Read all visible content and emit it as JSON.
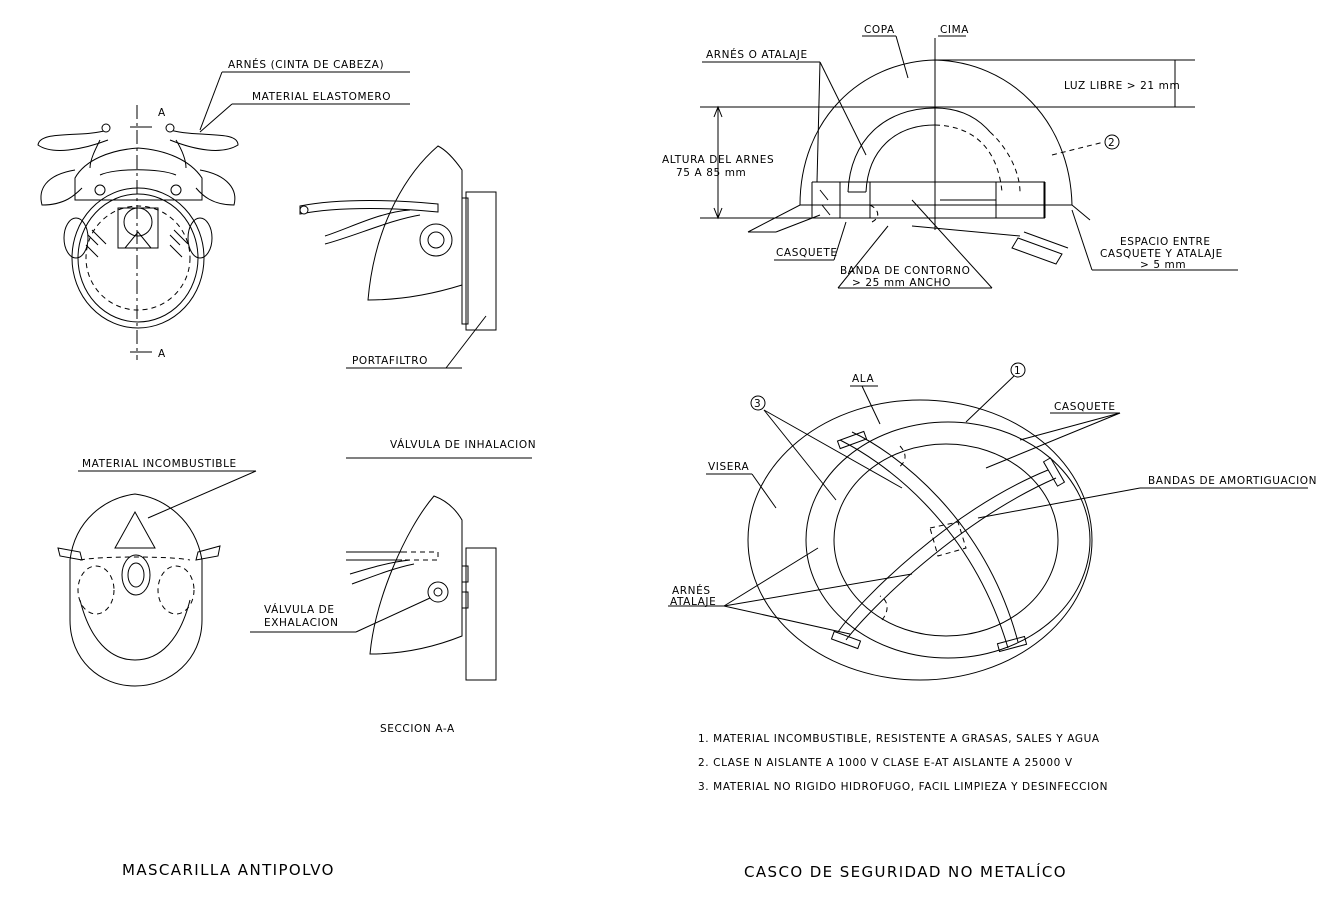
{
  "mask": {
    "title": "MASCARILLA ANTIPOLVO",
    "labels": {
      "harness": "ARNÉS (CINTA DE CABEZA)",
      "elastomer": "MATERIAL ELASTOMERO",
      "section_mark_top": "A",
      "section_mark_bottom": "A",
      "filter_holder": "PORTAFILTRO",
      "incombustible": "MATERIAL INCOMBUSTIBLE",
      "inhalation_valve": "VÁLVULA DE INHALACION",
      "exhalation_valve_1": "VÁLVULA DE",
      "exhalation_valve_2": "EXHALACION",
      "section": "SECCION A-A"
    }
  },
  "helmet": {
    "title": "CASCO DE SEGURIDAD NO METALÍCO",
    "side_labels": {
      "cup": "COPA",
      "top": "CIMA",
      "harness": "ARNÉS O ATALAJE",
      "clearance": "LUZ LIBRE > 21 mm",
      "harness_height_1": "ALTURA DEL ARNES",
      "harness_height_2": "75 A 85 mm",
      "shell": "CASQUETE",
      "band_1": "BANDA DE CONTORNO",
      "band_2": "> 25 mm ANCHO",
      "space_1": "ESPACIO ENTRE",
      "space_2": "CASQUETE Y ATALAJE",
      "space_3": "> 5 mm",
      "callout_2": "2"
    },
    "top_labels": {
      "brim": "ALA",
      "callout_1": "1",
      "callout_3": "3",
      "shell": "CASQUETE",
      "visor": "VISERA",
      "damping_bands": "BANDAS DE AMORTIGUACION",
      "harness_1": "ARNÉS",
      "harness_2": "ATALAJE"
    },
    "notes": [
      "1. MATERIAL INCOMBUSTIBLE, RESISTENTE A GRASAS, SALES Y AGUA",
      "2. CLASE N AISLANTE A 1000 V CLASE E-AT AISLANTE A 25000 V",
      "3. MATERIAL NO RIGIDO HIDROFUGO, FACIL LIMPIEZA Y DESINFECCION"
    ]
  }
}
